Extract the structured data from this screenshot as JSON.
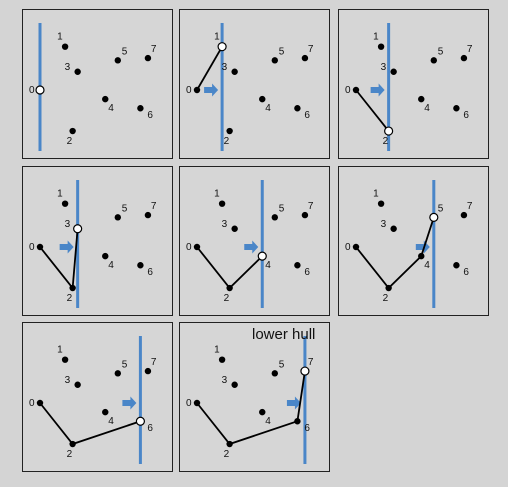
{
  "colors": {
    "background": "#d4d4d4",
    "panel": "#d6d6d6",
    "panel_border": "#222222",
    "sweep_line": "#4a86c8",
    "arrow": "#4a86c8",
    "hull": "#000000",
    "point": "#000000",
    "current_point_fill": "#ffffff"
  },
  "points": [
    {
      "id": "0",
      "label": "0",
      "x": 0.0,
      "y": 5.0
    },
    {
      "id": "1",
      "label": "1",
      "x": 2.0,
      "y": 8.8
    },
    {
      "id": "2",
      "label": "2",
      "x": 2.6,
      "y": 1.4
    },
    {
      "id": "3",
      "label": "3",
      "x": 3.0,
      "y": 6.6
    },
    {
      "id": "4",
      "label": "4",
      "x": 5.2,
      "y": 4.2
    },
    {
      "id": "5",
      "label": "5",
      "x": 6.2,
      "y": 7.6
    },
    {
      "id": "6",
      "label": "6",
      "x": 8.0,
      "y": 3.4
    },
    {
      "id": "7",
      "label": "7",
      "x": 8.6,
      "y": 7.8
    }
  ],
  "caption": "lower hull",
  "steps": [
    {
      "step": 1,
      "hull": [
        "0"
      ],
      "current": "0",
      "sweep_at": "0",
      "arrow": false
    },
    {
      "step": 2,
      "hull": [
        "0",
        "1"
      ],
      "current": "1",
      "sweep_at": "1",
      "arrow": true
    },
    {
      "step": 3,
      "hull": [
        "0",
        "2"
      ],
      "current": "2",
      "sweep_at": "2",
      "arrow": true
    },
    {
      "step": 4,
      "hull": [
        "0",
        "2",
        "3"
      ],
      "current": "3",
      "sweep_at": "3",
      "arrow": true
    },
    {
      "step": 5,
      "hull": [
        "0",
        "2",
        "4"
      ],
      "current": "4",
      "sweep_at": "4",
      "arrow": true
    },
    {
      "step": 6,
      "hull": [
        "0",
        "2",
        "4",
        "5"
      ],
      "current": "5",
      "sweep_at": "5",
      "arrow": true
    },
    {
      "step": 7,
      "hull": [
        "0",
        "2",
        "6"
      ],
      "current": "6",
      "sweep_at": "6",
      "arrow": true
    },
    {
      "step": 8,
      "hull": [
        "0",
        "2",
        "6",
        "7"
      ],
      "current": "7",
      "sweep_at": "7",
      "arrow": true,
      "show_caption": true
    }
  ]
}
